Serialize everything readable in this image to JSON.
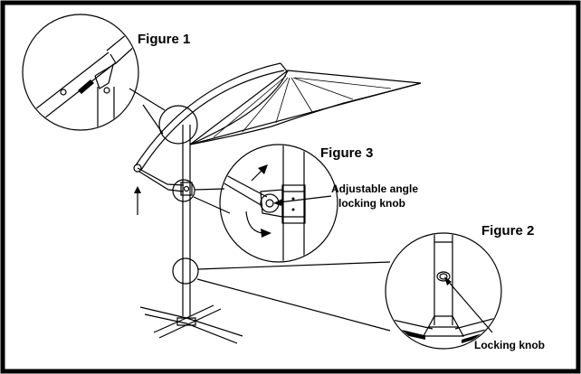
{
  "figures": {
    "figure1": {
      "label": "Figure 1"
    },
    "figure2": {
      "label": "Figure 2",
      "callout": "Locking knob"
    },
    "figure3": {
      "label": "Figure 3",
      "callout_line1": "Adjustable angle",
      "callout_line2": "locking knob"
    }
  }
}
